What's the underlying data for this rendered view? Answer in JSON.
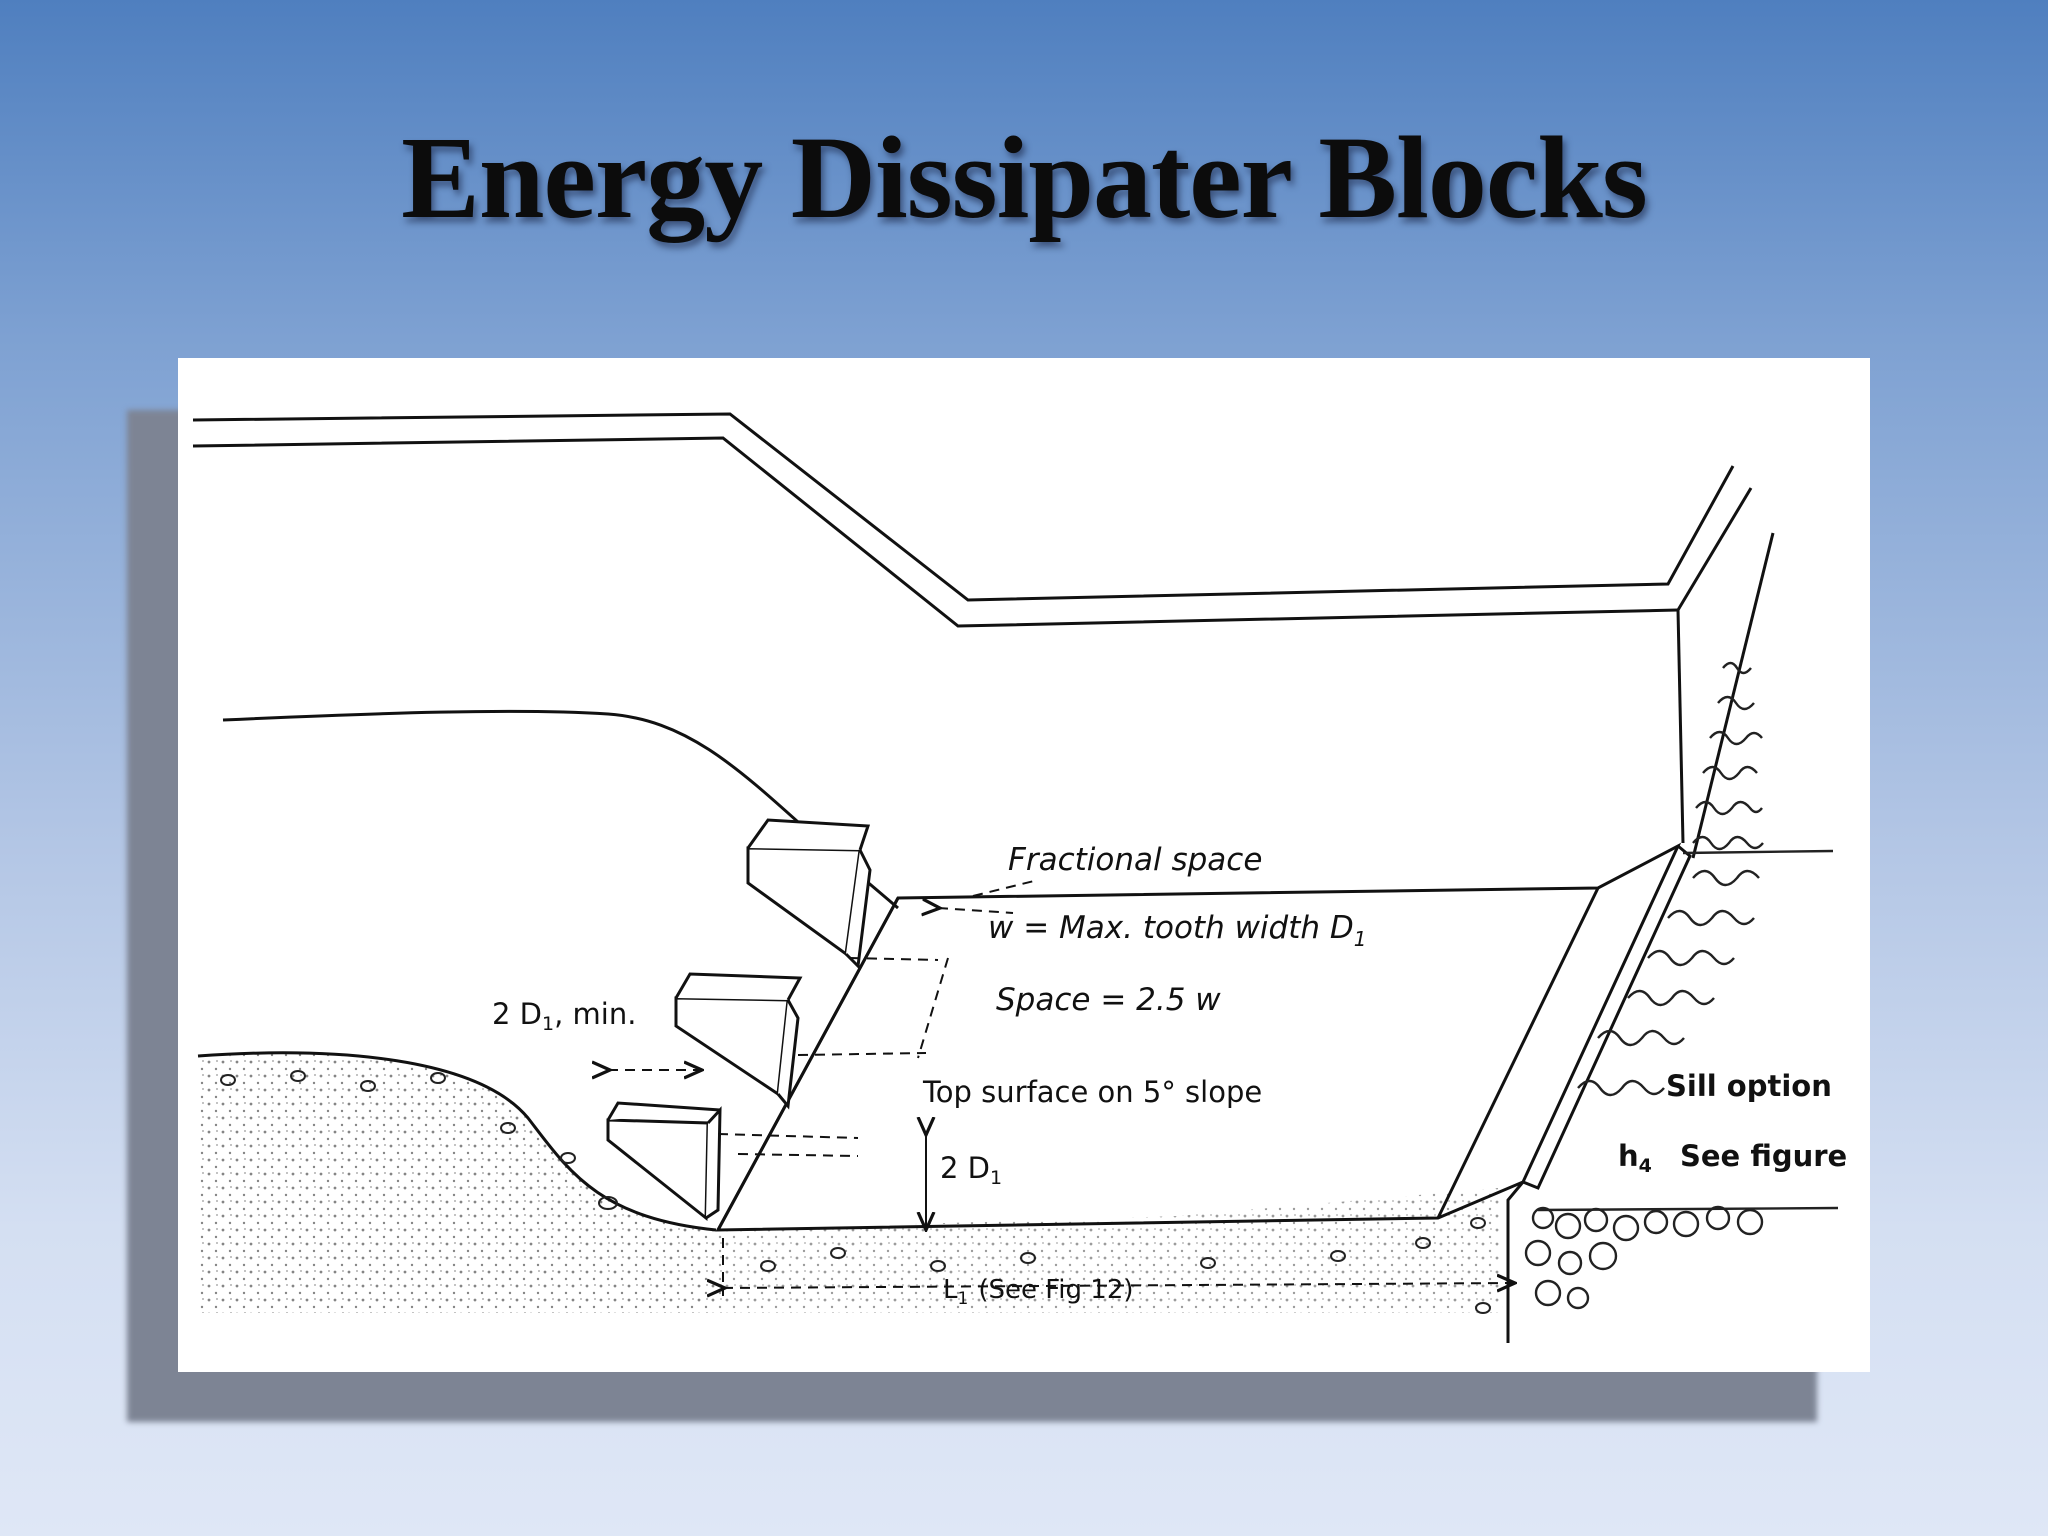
{
  "slide": {
    "title": "Energy Dissipater Blocks"
  },
  "diagram": {
    "labels": {
      "fractional_space": "Fractional space",
      "max_tooth_width": "w = Max. tooth width D",
      "max_tooth_width_sub": "1",
      "space": "Space = 2.5 w",
      "min_spacing": "2 D",
      "min_spacing_sub": "1",
      "min_spacing_suffix": ", min.",
      "top_surface": "Top surface on 5° slope",
      "height": "2 D",
      "height_sub": "1",
      "sill_option": "Sill option",
      "h4": "h",
      "h4_sub": "4",
      "see_figure": "See figure",
      "length": "L",
      "length_sub": "1",
      "length_ref": "(See Fig 12)"
    }
  }
}
